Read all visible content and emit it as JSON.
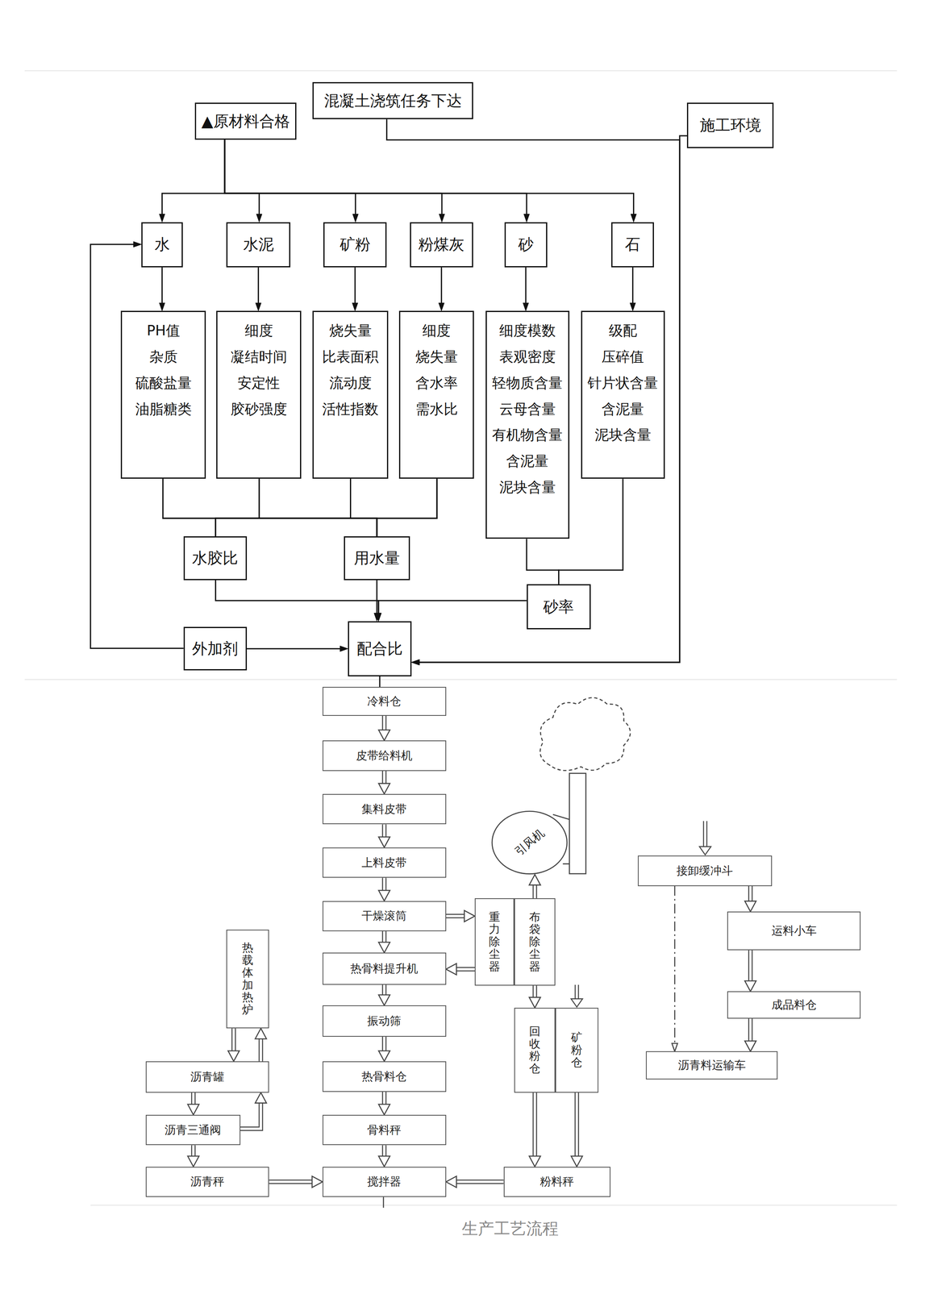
{
  "diagram": {
    "caption": "生产工艺流程",
    "nodes": [
      {
        "text": [
          "混凝土浇筑任务下达"
        ]
      },
      {
        "text": [
          "▲原材料合格"
        ]
      },
      {
        "text": [
          "施工环境"
        ]
      },
      {
        "text": [
          "水"
        ]
      },
      {
        "text": [
          "水泥"
        ]
      },
      {
        "text": [
          "矿粉"
        ]
      },
      {
        "text": [
          "粉煤灰"
        ]
      },
      {
        "text": [
          "砂"
        ]
      },
      {
        "text": [
          "石"
        ]
      },
      {
        "text": [
          "PH值 杂质 硫酸盐量 油脂糖类"
        ]
      },
      {
        "text": [
          "细度 凝结时间 安定性 胶砂强度"
        ]
      },
      {
        "text": [
          "烧失量 比表面积 流动度 活性指数"
        ]
      },
      {
        "text": [
          "细度 烧失量 含水率 需水比"
        ]
      },
      {
        "text": [
          "细度模数 表观密度 轻物质含量 云母含量 有机物含量 含泥量 泥块含量"
        ]
      },
      {
        "text": [
          "级配 压碎值 针片状含量 含泥量 泥块含量"
        ]
      },
      {
        "text": [
          "水胶比"
        ]
      },
      {
        "text": [
          "用水量"
        ]
      },
      {
        "text": [
          "砂率"
        ]
      },
      {
        "text": [
          "外加剂"
        ]
      },
      {
        "text": [
          "配合比"
        ]
      },
      {
        "text": [
          "冷料仓"
        ]
      },
      {
        "text": [
          "皮带给料机"
        ]
      },
      {
        "text": [
          "集料皮带"
        ]
      },
      {
        "text": [
          "上料皮带"
        ]
      },
      {
        "text": [
          "干燥滚筒"
        ]
      },
      {
        "text": [
          "热骨料提升机"
        ]
      },
      {
        "text": [
          "振动筛"
        ]
      },
      {
        "text": [
          "热骨料仓"
        ]
      },
      {
        "text": [
          "骨料秤"
        ]
      },
      {
        "text": [
          "搅拌器"
        ]
      },
      {
        "text": [
          "重力除尘器"
        ]
      },
      {
        "text": [
          "布袋除尘器"
        ]
      },
      {
        "text": [
          "引风机"
        ]
      },
      {
        "text": [
          "回收粉仓"
        ]
      },
      {
        "text": [
          "矿粉仓"
        ]
      },
      {
        "text": [
          "粉料秤"
        ]
      },
      {
        "text": [
          "热载体加热炉"
        ]
      },
      {
        "text": [
          "沥青罐"
        ]
      },
      {
        "text": [
          "沥青三通阀"
        ]
      },
      {
        "text": [
          "沥青秤"
        ]
      },
      {
        "text": [
          "接卸缓冲斗"
        ]
      },
      {
        "text": [
          "运料小车"
        ]
      },
      {
        "text": [
          "成品料仓"
        ]
      },
      {
        "text": [
          "沥青料运输车"
        ]
      }
    ],
    "edges": [
      {
        "from": 1,
        "to": 3,
        "arrow": "to"
      },
      {
        "from": 1,
        "to": 4,
        "arrow": "to"
      },
      {
        "from": 1,
        "to": 5,
        "arrow": "to"
      },
      {
        "from": 1,
        "to": 6,
        "arrow": "to"
      },
      {
        "from": 1,
        "to": 7,
        "arrow": "to"
      },
      {
        "from": 1,
        "to": 8,
        "arrow": "to"
      },
      {
        "from": 0,
        "to": 19,
        "arrow": "to"
      },
      {
        "from": 2,
        "to": 19,
        "arrow": "to"
      },
      {
        "from": 3,
        "to": 9,
        "arrow": "to"
      },
      {
        "from": 4,
        "to": 10,
        "arrow": "to"
      },
      {
        "from": 5,
        "to": 11,
        "arrow": "to"
      },
      {
        "from": 6,
        "to": 12,
        "arrow": "to"
      },
      {
        "from": 7,
        "to": 13,
        "arrow": "to"
      },
      {
        "from": 8,
        "to": 14,
        "arrow": "to"
      },
      {
        "from": 9,
        "to": 15,
        "arrow": "none"
      },
      {
        "from": 10,
        "to": 15,
        "arrow": "none"
      },
      {
        "from": 11,
        "to": 15,
        "arrow": "none"
      },
      {
        "from": 12,
        "to": 15,
        "arrow": "none"
      },
      {
        "from": 9,
        "to": 16,
        "arrow": "none"
      },
      {
        "from": 10,
        "to": 16,
        "arrow": "none"
      },
      {
        "from": 11,
        "to": 16,
        "arrow": "none"
      },
      {
        "from": 12,
        "to": 16,
        "arrow": "none"
      },
      {
        "from": 13,
        "to": 17,
        "arrow": "none"
      },
      {
        "from": 14,
        "to": 17,
        "arrow": "none"
      },
      {
        "from": 15,
        "to": 19,
        "arrow": "to"
      },
      {
        "from": 16,
        "to": 19,
        "arrow": "to"
      },
      {
        "from": 17,
        "to": 19,
        "arrow": "to"
      },
      {
        "from": 18,
        "to": 19,
        "arrow": "to"
      },
      {
        "from": 18,
        "to": 3,
        "arrow": "to"
      },
      {
        "from": 19,
        "to": 20,
        "arrow": "none"
      },
      {
        "from": 20,
        "to": 21,
        "arrow": "to"
      },
      {
        "from": 21,
        "to": 22,
        "arrow": "to"
      },
      {
        "from": 22,
        "to": 23,
        "arrow": "to"
      },
      {
        "from": 23,
        "to": 24,
        "arrow": "to"
      },
      {
        "from": 24,
        "to": 25,
        "arrow": "to"
      },
      {
        "from": 25,
        "to": 26,
        "arrow": "to"
      },
      {
        "from": 26,
        "to": 27,
        "arrow": "to"
      },
      {
        "from": 27,
        "to": 28,
        "arrow": "to"
      },
      {
        "from": 28,
        "to": 29,
        "arrow": "to"
      },
      {
        "from": 24,
        "to": 30,
        "arrow": "to"
      },
      {
        "from": 30,
        "to": 25,
        "arrow": "to"
      },
      {
        "from": 31,
        "to": 32,
        "arrow": "to"
      },
      {
        "from": 31,
        "to": 33,
        "arrow": "to"
      },
      {
        "from": 33,
        "to": 35,
        "arrow": "to"
      },
      {
        "from": 34,
        "to": 35,
        "arrow": "to"
      },
      {
        "from": 35,
        "to": 29,
        "arrow": "to"
      },
      {
        "from": 36,
        "to": 37,
        "arrow": "to"
      },
      {
        "from": 37,
        "to": 36,
        "arrow": "to"
      },
      {
        "from": 37,
        "to": 38,
        "arrow": "to"
      },
      {
        "from": 38,
        "to": 37,
        "arrow": "to"
      },
      {
        "from": 38,
        "to": 39,
        "arrow": "to"
      },
      {
        "from": 39,
        "to": 29,
        "arrow": "to"
      },
      {
        "from": 40,
        "to": 41,
        "arrow": "to"
      },
      {
        "from": 41,
        "to": 42,
        "arrow": "to"
      },
      {
        "from": 42,
        "to": 43,
        "arrow": "to"
      },
      {
        "from": 40,
        "to": 43,
        "arrow": "to"
      }
    ]
  }
}
